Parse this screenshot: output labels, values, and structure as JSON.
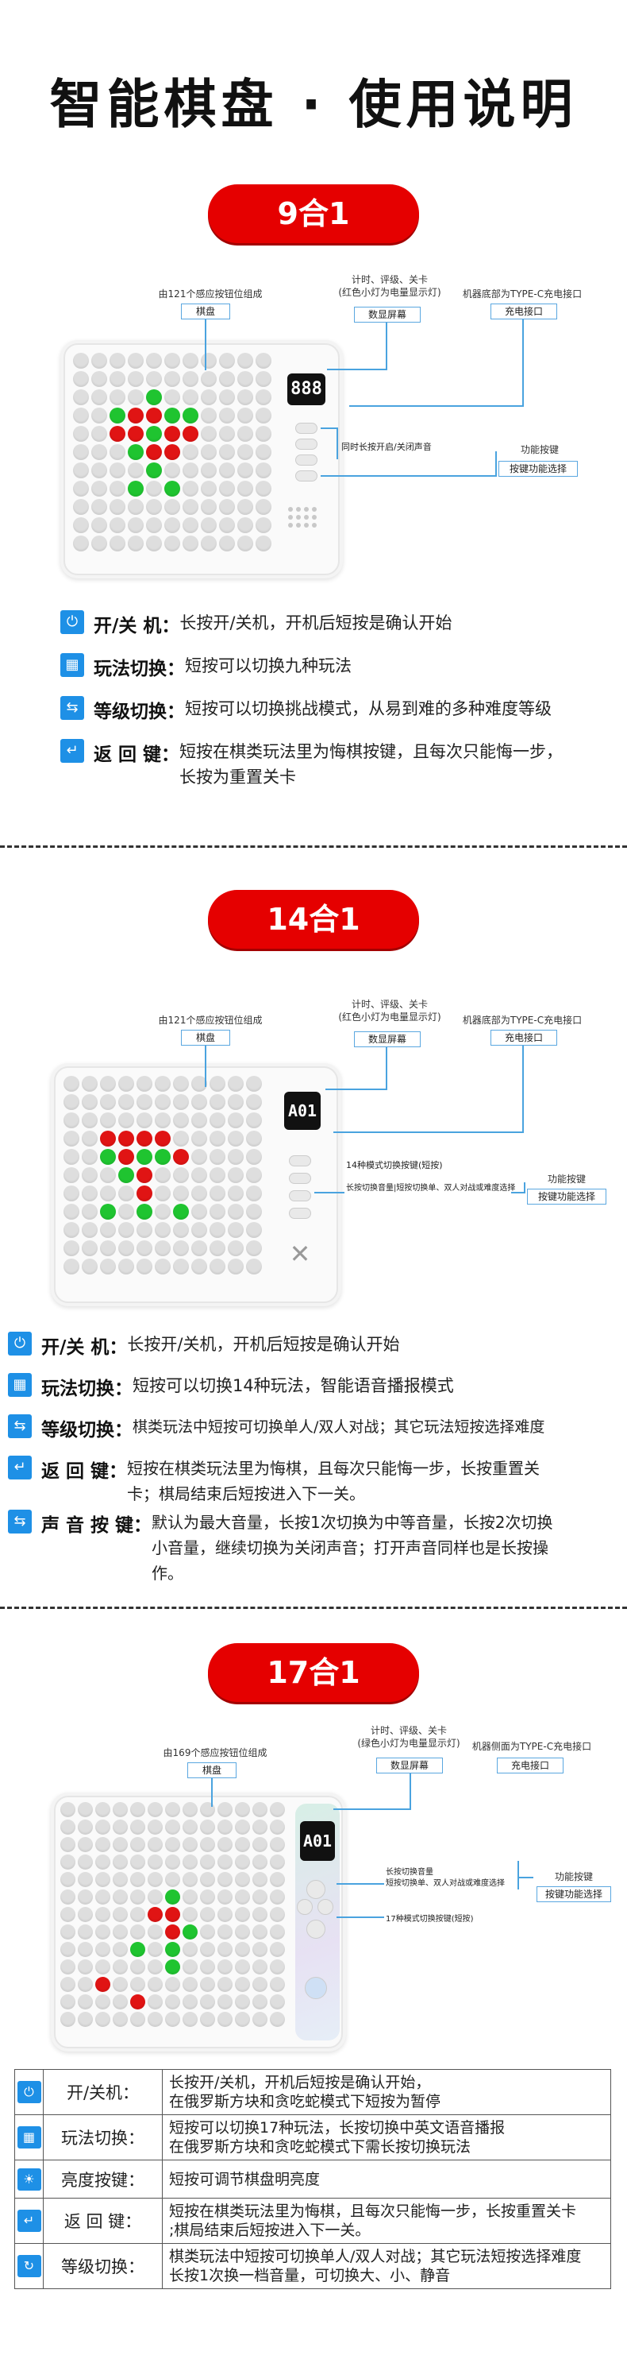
{
  "title": "智能棋盘 · 使用说明",
  "sections": [
    {
      "badge": "9合1",
      "screen_text": "888",
      "label_board_top": "由121个感应按钮位组成",
      "label_board": "棋盘",
      "label_screen_top": "计时、评级、关卡\n(红色小灯为电量显示灯)",
      "label_screen": "数显屏幕",
      "label_port_top": "机器底部为TYPE-C充电接口",
      "label_port": "充电接口",
      "anno_power": "同时长按开启/关闭声音",
      "label_func_top": "功能按键",
      "label_func": "按键功能选择",
      "rows": [
        {
          "icon": "⏻",
          "key": "开/关 机：",
          "value": "长按开/关机，开机后短按是确认开始"
        },
        {
          "icon": "▦",
          "key": "玩法切换：",
          "value": "短按可以切换九种玩法"
        },
        {
          "icon": "⇆",
          "key": "等级切换：",
          "value": "短按可以切换挑战模式，从易到难的多种难度等级"
        },
        {
          "icon": "↵",
          "key": "返 回 键：",
          "value": "短按在棋类玩法里为悔棋按键，且每次只能悔一步，长按为重置关卡"
        }
      ]
    },
    {
      "badge": "14合1",
      "screen_text": "A01",
      "label_board_top": "由121个感应按钮位组成",
      "label_board": "棋盘",
      "label_screen_top": "计时、评级、关卡\n(红色小灯为电量显示灯)",
      "label_screen": "数显屏幕",
      "label_port_top": "机器底部为TYPE-C充电接口",
      "label_port": "充电接口",
      "anno_a": "14种模式切换按键(短按)",
      "anno_b": "长按切换音量|短按切换单、双人对战或难度选择",
      "label_func_top": "功能按键",
      "label_func": "按键功能选择",
      "rows": [
        {
          "icon": "⏻",
          "key": "开/关 机：",
          "value": "长按开/关机，开机后短按是确认开始"
        },
        {
          "icon": "▦",
          "key": "玩法切换：",
          "value": "短按可以切换14种玩法，智能语音播报模式"
        },
        {
          "icon": "⇆",
          "key": "等级切换：",
          "value": "棋类玩法中短按可切换单人/双人对战；其它玩法短按选择难度"
        },
        {
          "icon": "↵",
          "key": "返 回 键：",
          "value": "短按在棋类玩法里为悔棋，且每次只能悔一步，长按重置关卡；棋局结束后短按进入下一关。"
        },
        {
          "icon": "⇆",
          "key": "声 音 按 键：",
          "value": "默认为最大音量，长按1次切换为中等音量，长按2次切换小音量，继续切换为关闭声音；打开声音同样也是长按操作。"
        }
      ]
    },
    {
      "badge": "17合1",
      "screen_text": "A01",
      "label_board_top": "由169个感应按钮位组成",
      "label_board": "棋盘",
      "label_screen_top": "计时、评级、关卡\n(绿色小灯为电量显示灯)",
      "label_screen": "数显屏幕",
      "label_port_top": "机器侧面为TYPE-C充电接口",
      "label_port": "充电接口",
      "anno_a": "长按切换音量\n短按切换单、双人对战或难度选择",
      "anno_b": "17种模式切换按键(短按)",
      "label_func_top": "功能按键",
      "label_func": "按键功能选择",
      "rows": [
        {
          "icon": "⏻",
          "key": "开/关机：",
          "value": "长按开/关机，开机后短按是确认开始，\n在俄罗斯方块和贪吃蛇模式下短按为暂停"
        },
        {
          "icon": "▦",
          "key": "玩法切换：",
          "value": "短按可以切换17种玩法，长按切换中英文语音播报\n在俄罗斯方块和贪吃蛇模式下需长按切换玩法"
        },
        {
          "icon": "☀",
          "key": "亮度按键：",
          "value": "短按可调节棋盘明亮度"
        },
        {
          "icon": "↵",
          "key": "返 回 键：",
          "value": "短按在棋类玩法里为悔棋，且每次只能悔一步，长按重置关卡\n;棋局结束后短按进入下一关。"
        },
        {
          "icon": "↻",
          "key": "等级切换：",
          "value": "棋类玩法中短按可切换单人/双人对战；其它玩法短按选择难度\n长按1次换一档音量，可切换大、小、静音"
        }
      ]
    }
  ]
}
